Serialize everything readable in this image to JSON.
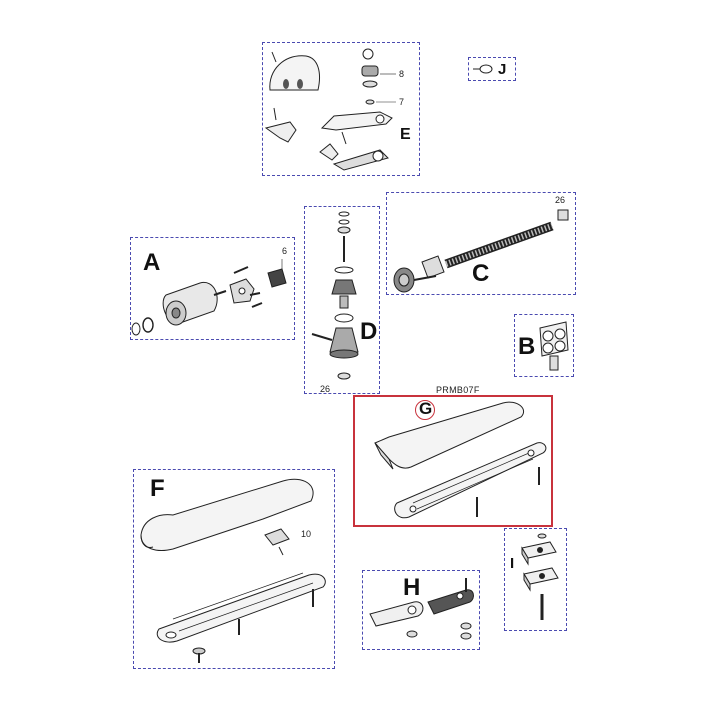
{
  "sheet": {
    "product_code": "PRMB07F",
    "accent_color": "#c8323c",
    "group_border_color": "#4a4ab0",
    "highlighted_group": "G"
  },
  "groups": {
    "A": {
      "label": "A",
      "callouts": [
        "6"
      ]
    },
    "B": {
      "label": "B",
      "callouts": []
    },
    "C": {
      "label": "C",
      "callouts": [
        "26"
      ]
    },
    "D": {
      "label": "D",
      "callouts": [
        "26"
      ]
    },
    "E": {
      "label": "E",
      "callouts": [
        "8",
        "7"
      ]
    },
    "F": {
      "label": "F",
      "callouts": [
        "10"
      ]
    },
    "G": {
      "label": "G",
      "callouts": []
    },
    "H": {
      "label": "H",
      "callouts": []
    },
    "I": {
      "label": "I",
      "callouts": []
    },
    "J": {
      "label": "J",
      "callouts": []
    }
  }
}
